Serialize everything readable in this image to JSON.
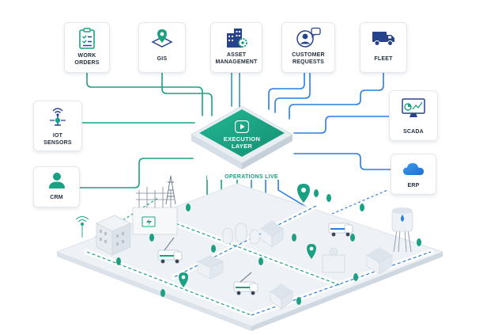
{
  "hub": {
    "title_line1": "EXECUTION",
    "title_line2": "LAYER",
    "status": "OPERATIONS LIVE"
  },
  "systems": [
    {
      "id": "work-orders",
      "line1": "WORK",
      "line2": "ORDERS",
      "icon": "clipboard-checklist-icon"
    },
    {
      "id": "gis",
      "line1": "GIS",
      "line2": "",
      "icon": "map-pin-icon"
    },
    {
      "id": "asset-management",
      "line1": "ASSET",
      "line2": "MANAGEMENT",
      "icon": "building-gear-icon"
    },
    {
      "id": "customer-requests",
      "line1": "CUSTOMER",
      "line2": "REQUESTS",
      "icon": "user-chat-icon"
    },
    {
      "id": "fleet",
      "line1": "FLEET",
      "line2": "",
      "icon": "truck-icon"
    },
    {
      "id": "iot-sensors",
      "line1": "IOT",
      "line2": "SENSORS",
      "icon": "sensor-antenna-icon"
    },
    {
      "id": "crm",
      "line1": "CRM",
      "line2": "",
      "icon": "user-icon"
    },
    {
      "id": "scada",
      "line1": "SCADA",
      "line2": "",
      "icon": "monitor-chart-icon"
    },
    {
      "id": "erp",
      "line1": "ERP",
      "line2": "",
      "icon": "cloud-icon"
    }
  ],
  "colors": {
    "accent_teal": "#1aa182",
    "accent_blue": "#2a7de1",
    "navy": "#27438c",
    "text": "#1f2d3d"
  }
}
